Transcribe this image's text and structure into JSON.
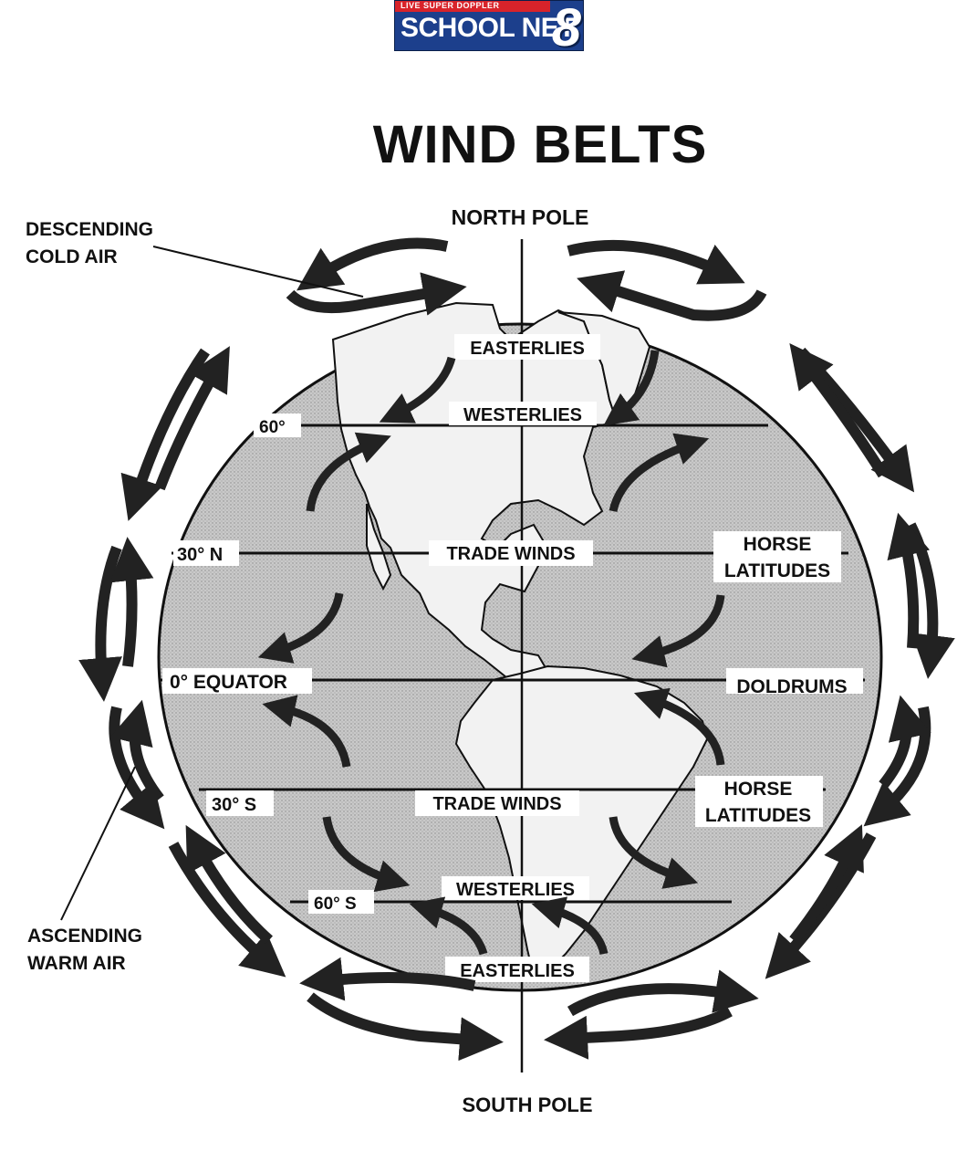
{
  "logo": {
    "line1": "LIVE SUPER DOPPLER",
    "line2": "SCHOOL NET",
    "number": "8"
  },
  "title": "WIND BELTS",
  "poles": {
    "north": "NORTH POLE",
    "south": "SOUTH POLE"
  },
  "latitude_labels": {
    "n60": "60°",
    "n30": "30° N",
    "equator": "0° EQUATOR",
    "s30": "30° S",
    "s60": "60° S"
  },
  "wind_labels": {
    "easterlies_north": "EASTERLIES",
    "westerlies_north": "WESTERLIES",
    "trade_winds_north": "TRADE WINDS",
    "horse_latitudes_north": [
      "HORSE",
      "LATITUDES"
    ],
    "doldrums": "DOLDRUMS",
    "trade_winds_south": "TRADE WINDS",
    "horse_latitudes_south": [
      "HORSE",
      "LATITUDES"
    ],
    "westerlies_south": "WESTERLIES",
    "easterlies_south": "EASTERLIES"
  },
  "callouts": {
    "descending": [
      "DESCENDING",
      "COLD AIR"
    ],
    "ascending": [
      "ASCENDING",
      "WARM AIR"
    ]
  }
}
